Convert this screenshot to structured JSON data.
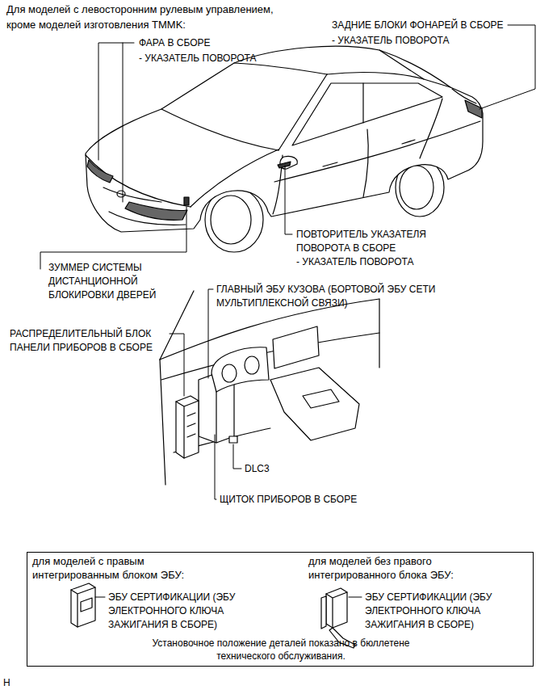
{
  "diagram": {
    "title": "Для моделей с левосторонним рулевым управлением, кроме моделей изготовления TMMK:",
    "nodes": [
      {
        "text": [
          "для моделей с правым интегрированным блоком ЭБУ:",
          "ЭБУ СЕРТИФИКАЦИИ (ЭБУ ЭЛЕКТРОННОГО КЛЮЧА ЗАЖИГАНИЯ В СБОРЕ)",
          "для моделей без правого интегрированного блока ЭБУ:",
          "ЭБУ СЕРТИФИКАЦИИ (ЭБУ ЭЛЕКТРОННОГО КЛЮЧА ЗАЖИГАНИЯ В СБОРЕ)",
          "Установочное положение деталей показано в бюллетене технического обслуживания."
        ]
      }
    ],
    "labels": [
      "ЗАДНИЕ БЛОКИ ФОНАРЕЙ В СБОРЕ",
      "- УКАЗАТЕЛЬ ПОВОРОТА",
      "ФАРА В СБОРЕ",
      "- УКАЗАТЕЛЬ ПОВОРОТА",
      "ПОВТОРИТЕЛЬ УКАЗАТЕЛЯ ПОВОРОТА В СБОРЕ",
      "- УКАЗАТЕЛЬ ПОВОРОТА",
      "ЗУММЕР СИСТЕМЫ ДИСТАНЦИОННОЙ БЛОКИРОВКИ ДВЕРЕЙ",
      "ГЛАВНЫЙ ЭБУ КУЗОВА (БОРТОВОЙ ЭБУ СЕТИ МУЛЬТИПЛЕКСНОЙ СВЯЗИ)",
      "РАСПРЕДЕЛИТЕЛЬНЫЙ БЛОК ПАНЕЛИ ПРИБОРОВ В СБОРЕ",
      "DLC3",
      "ЩИТОК ПРИБОРОВ В СБОРЕ",
      "H"
    ]
  }
}
